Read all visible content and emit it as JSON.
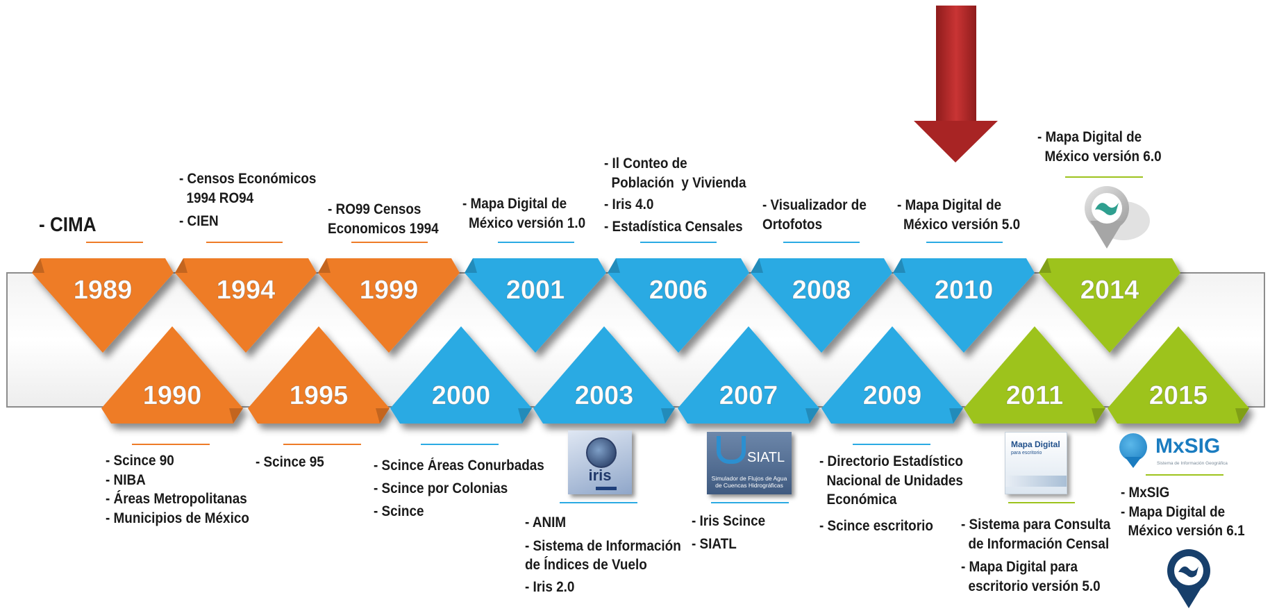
{
  "colors": {
    "orange": "#ee7b27",
    "blue": "#2aaae3",
    "green": "#9dc31c",
    "arrow": "#a82424",
    "band_stroke": "#8c8c8c"
  },
  "years": {
    "y1989": "1989",
    "y1990": "1990",
    "y1994": "1994",
    "y1995": "1995",
    "y1999": "1999",
    "y2000": "2000",
    "y2001": "2001",
    "y2003": "2003",
    "y2006": "2006",
    "y2007": "2007",
    "y2008": "2008",
    "y2009": "2009",
    "y2010": "2010",
    "y2011": "2011",
    "y2014": "2014",
    "y2015": "2015"
  },
  "labels": {
    "l1989": [
      "- CIMA"
    ],
    "l1994": [
      "- Censos Económicos",
      "  1994 RO94",
      "- CIEN"
    ],
    "l1999": [
      "- RO99 Censos",
      "Economicos 1994"
    ],
    "l2001": [
      "- Mapa Digital de",
      "México versión 1.0"
    ],
    "l2006": [
      "- Il Conteo de",
      "  Población  y Vivienda",
      "- Iris 4.0",
      "- Estadística Censales"
    ],
    "l2008": [
      "- Visualizador de",
      "Ortofotos"
    ],
    "l2010": [
      "- Mapa Digital de",
      "México versión 5.0"
    ],
    "l2014": [
      "- Mapa Digital de",
      "  México versión 6.0"
    ],
    "l1990": [
      "- Scince 90",
      "- NIBA",
      "- Áreas Metropolitanas",
      "- Municipios de México"
    ],
    "l1995": [
      "- Scince 95"
    ],
    "l2000": [
      "- Scince Áreas Conurbadas",
      "- Scince por Colonias",
      "- Scince"
    ],
    "l2003": [
      "- ANIM",
      "- Sistema de Información",
      "de Índices de Vuelo",
      "- Iris 2.0"
    ],
    "l2007": [
      "- Iris Scince",
      "- SIATL"
    ],
    "l2009": [
      "- Directorio Estadístico",
      "  Nacional de Unidades",
      "  Económica",
      "- Scince escritorio"
    ],
    "l2011": [
      "- Sistema para Consulta",
      "  de Información Censal",
      "- Mapa Digital para",
      "  escritorio versión 5.0"
    ],
    "l2015": [
      "- MxSIG",
      "- Mapa Digital de",
      "  México versión 6.1"
    ]
  },
  "thumbs": {
    "iris_text": "iris",
    "siatl_title": "SIATL",
    "siatl_sub1": "Simulador de Flujos de Agua",
    "siatl_sub2": "de Cuencas Hidrográficas",
    "mapa_title": "Mapa Digital",
    "mapa_sub": "para escritorio",
    "mxsig_title": "MxSIG",
    "mxsig_sub": "Sistema de Información Geográfica"
  },
  "icons": {
    "arrow": "down-arrow-icon",
    "pin_gray": "map-pin-icon",
    "pin_blue": "map-pin-icon"
  }
}
